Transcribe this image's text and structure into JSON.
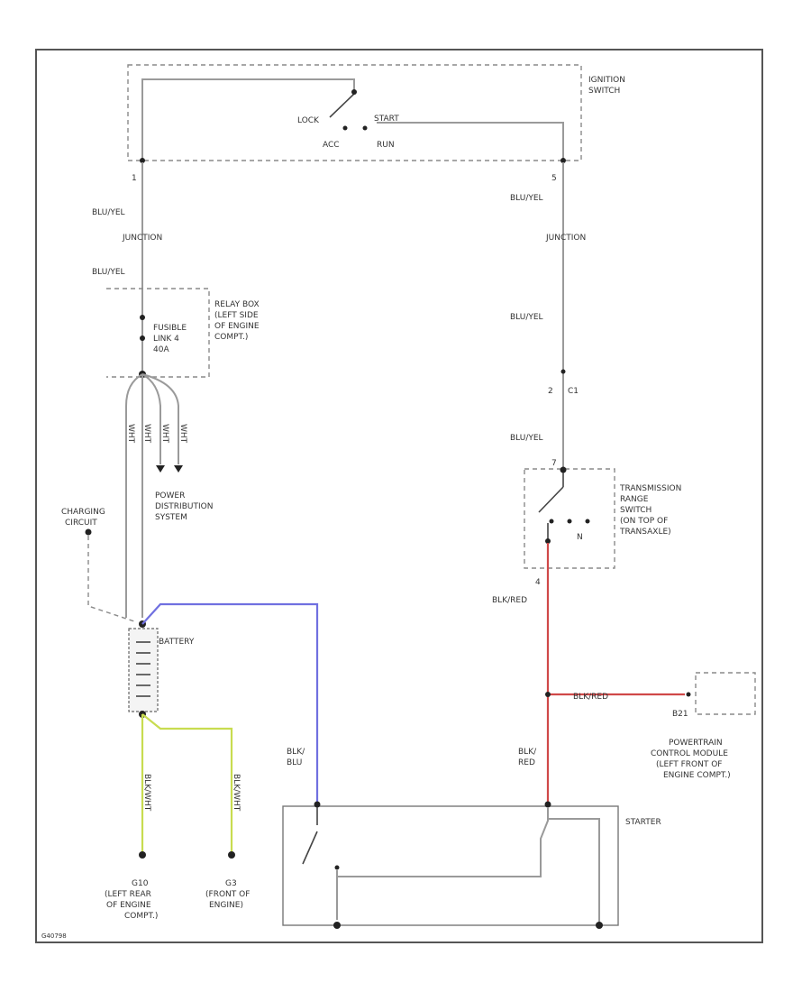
{
  "components": {
    "ignition_switch": {
      "label_l1": "IGNITION",
      "label_l2": "SWITCH",
      "pos_lock": "LOCK",
      "pos_start": "START",
      "pos_acc": "ACC",
      "pos_run": "RUN",
      "pin_left": "1",
      "pin_right": "5"
    },
    "relay_box": {
      "label_l1": "RELAY BOX",
      "label_l2": "(LEFT SIDE",
      "label_l3": "OF ENGINE",
      "label_l4": "COMPT.)"
    },
    "fusible_link": {
      "label_l1": "FUSIBLE",
      "label_l2": "LINK 4",
      "label_l3": "40A"
    },
    "power_distribution": {
      "label_l1": "POWER",
      "label_l2": "DISTRIBUTION",
      "label_l3": "SYSTEM"
    },
    "charging_circuit": {
      "label_l1": "CHARGING",
      "label_l2": "CIRCUIT"
    },
    "battery": {
      "label": "BATTERY"
    },
    "transmission_range_switch": {
      "label_l1": "TRANSMISSION",
      "label_l2": "RANGE",
      "label_l3": "SWITCH",
      "label_l4": "(ON TOP OF",
      "label_l5": "TRANSAXLE)",
      "pin_top": "7",
      "pin_bottom": "4",
      "pin_n": "N"
    },
    "pcm": {
      "label_l1": "POWERTRAIN",
      "label_l2": "CONTROL MODULE",
      "label_l3": "(LEFT FRONT OF",
      "label_l4": "ENGINE COMPT.)",
      "pin": "B21"
    },
    "starter": {
      "label": "STARTER"
    },
    "ground_g10": {
      "label_l1": "G10",
      "label_l2": "(LEFT REAR",
      "label_l3": "OF ENGINE",
      "label_l4": "COMPT.)"
    },
    "ground_g3": {
      "label_l1": "G3",
      "label_l2": "(FRONT OF",
      "label_l3": "ENGINE)"
    }
  },
  "wires": {
    "left_blu_yel_1": "BLU/YEL",
    "left_blu_yel_2": "BLU/YEL",
    "right_blu_yel_1": "BLU/YEL",
    "right_blu_yel_2": "BLU/YEL",
    "right_blu_yel_3": "BLU/YEL",
    "blk_red_1": "BLK/RED",
    "blk_red_2": "BLK/RED",
    "blk_red_3_l1": "BLK/",
    "blk_red_3_l2": "RED",
    "blk_blu_l1": "BLK/",
    "blk_blu_l2": "BLU",
    "ground_wire_1": "BLK/WHT",
    "ground_wire_2": "BLK/WHT",
    "pd_wires": [
      "WHT",
      "WHT",
      "WHT",
      "WHT"
    ]
  },
  "connectors": {
    "left_connector": "JUNCTION",
    "right_connector": "JUNCTION",
    "right_c2_pin": "2",
    "right_c2": "C1"
  },
  "footer": {
    "code": "G40798"
  },
  "colors": {
    "blue_wire": "#7070e0",
    "red_wire": "#d04848",
    "yellow_wire": "#c8dc50"
  }
}
